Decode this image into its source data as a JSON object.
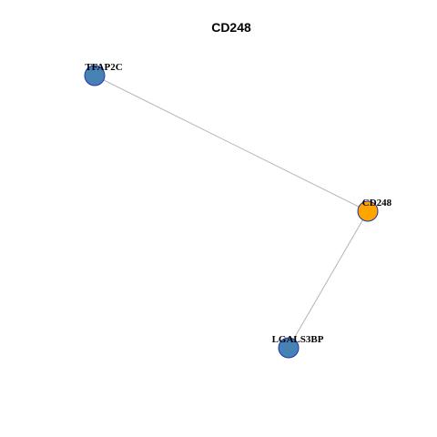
{
  "graph": {
    "title": "CD248",
    "colors": {
      "center_node": "#FFA500",
      "neighbor_node": "#4682B4",
      "node_border": "#2233AA",
      "edge": "#B4B4B4",
      "background": "#FFFFFF"
    },
    "nodes": [
      {
        "id": "TFAP2C",
        "label": "TFAP2C",
        "role": "neighbor"
      },
      {
        "id": "CD248",
        "label": "CD248",
        "role": "center"
      },
      {
        "id": "LGALS3BP",
        "label": "LGALS3BP",
        "role": "neighbor"
      }
    ],
    "edges": [
      {
        "source": "TFAP2C",
        "target": "CD248"
      },
      {
        "source": "CD248",
        "target": "LGALS3BP"
      }
    ]
  }
}
